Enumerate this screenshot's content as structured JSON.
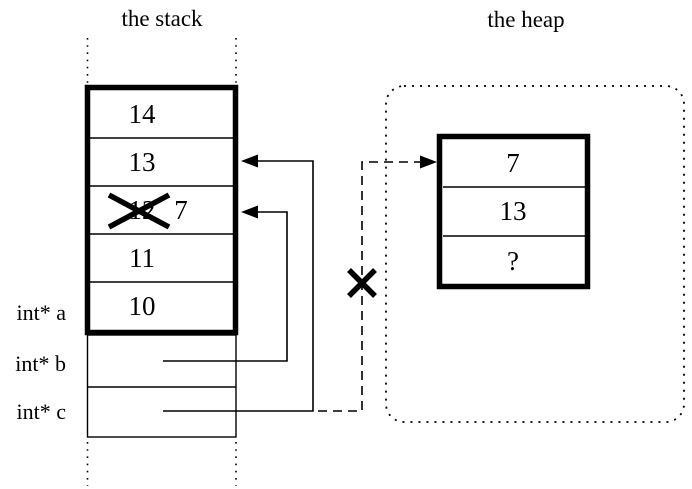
{
  "titles": {
    "stack": "the stack",
    "heap": "the heap"
  },
  "stack": {
    "box_rows": [
      {
        "value": "14"
      },
      {
        "value": "13"
      },
      {
        "value": "12",
        "crossed_out": true,
        "overwritten_with": "7"
      },
      {
        "value": "11"
      },
      {
        "value": "10"
      }
    ],
    "variable_labels": [
      {
        "label": "int* a"
      },
      {
        "label": "int* b"
      },
      {
        "label": "int* c"
      }
    ]
  },
  "heap": {
    "box_rows": [
      {
        "value": "7"
      },
      {
        "value": "13"
      },
      {
        "value": "?"
      }
    ]
  },
  "colors": {
    "ink": "#000000",
    "background": "#ffffff"
  }
}
